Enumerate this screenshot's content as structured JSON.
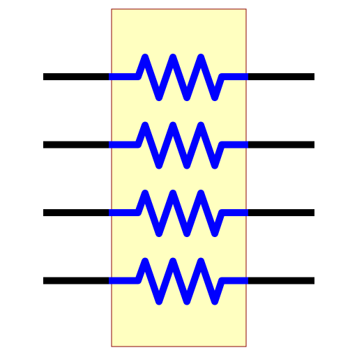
{
  "diagram": {
    "kind": "resistor-network-package",
    "resistor_count": 4,
    "colors": {
      "background": "#ffffff",
      "package_fill": "#ffffc0",
      "package_border": "#8b0000",
      "lead_wire": "#000000",
      "resistor_symbol": "#0000ff"
    },
    "resistors": [
      {
        "name": "resistor-1",
        "icon": "resistor-icon"
      },
      {
        "name": "resistor-2",
        "icon": "resistor-icon"
      },
      {
        "name": "resistor-3",
        "icon": "resistor-icon"
      },
      {
        "name": "resistor-4",
        "icon": "resistor-icon"
      }
    ]
  }
}
